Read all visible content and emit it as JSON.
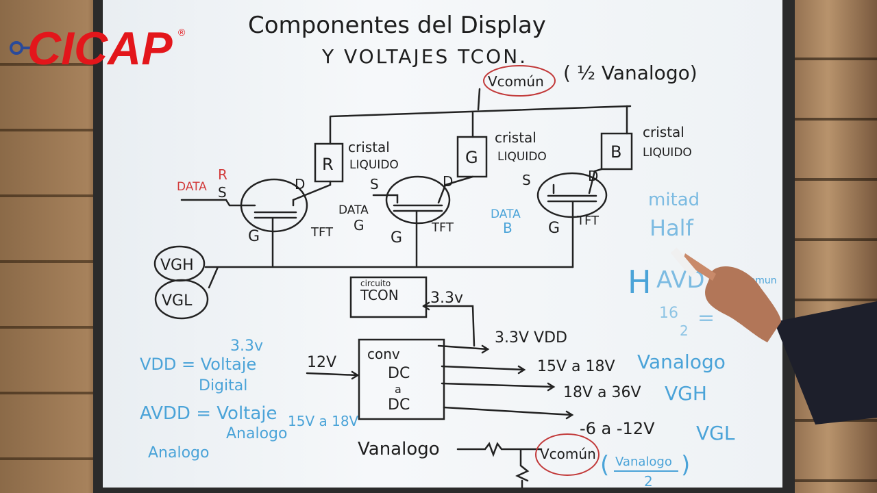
{
  "logo": {
    "text": "CICAP",
    "reg": "®",
    "color": "#e3161b"
  },
  "board": {
    "title_line1": "Componentes del Display",
    "title_line2": "Y VOLTAJES TCON.",
    "vcomun_top": "Vcomún",
    "vcomun_note": "( ½ Vanalogo)",
    "r_box": "R",
    "g_box": "G",
    "b_box": "B",
    "cristal": "cristal",
    "liquido": "LIQUIDO",
    "data_r": "DATA",
    "r_label": "R",
    "data_g": "DATA",
    "g_label": "G",
    "data_b_line1": "DATA",
    "data_b_line2": "B",
    "s": "S",
    "d": "D",
    "gate": "G",
    "tft": "TFT",
    "vgh": "VGH",
    "vgl": "VGL",
    "tcon_line1": "circuito",
    "tcon_line2": "TCON",
    "tcon_voltage": "3.3v",
    "conv_line1": "conv",
    "conv_line2": "DC",
    "conv_line3": "a",
    "conv_line4": "DC",
    "input_12v": "12V",
    "out_vdd": "3.3V VDD",
    "out_vanalogo_range": "15V a 18V",
    "out_vanalogo": "Vanalogo",
    "out_vgh_range": "18V a 36V",
    "out_vgh": "VGH",
    "out_vgl_range": "-6 a -12V",
    "out_vgl": "VGL",
    "left_33v": "3.3v",
    "vdd_def1": "VDD = Voltaje",
    "vdd_def2": "Digital",
    "avdd_def1": "AVDD = Voltaje",
    "avdd_range": "15V a 18V",
    "avdd_def2": "Analogo",
    "avdd_def3": "Analogo",
    "bottom_vanalogo": "Vanalogo",
    "bottom_vcomun": "Vcomún",
    "bottom_frac_num": "Vanalogo",
    "bottom_frac_den": "2",
    "mitad": "mitad",
    "half": "Half",
    "h_avdd_h": "H",
    "h_avdd_rest": "AVD",
    "h_avdd_sub": "comun",
    "sixteen": "16",
    "sixteen_den": "2",
    "equals": "="
  }
}
